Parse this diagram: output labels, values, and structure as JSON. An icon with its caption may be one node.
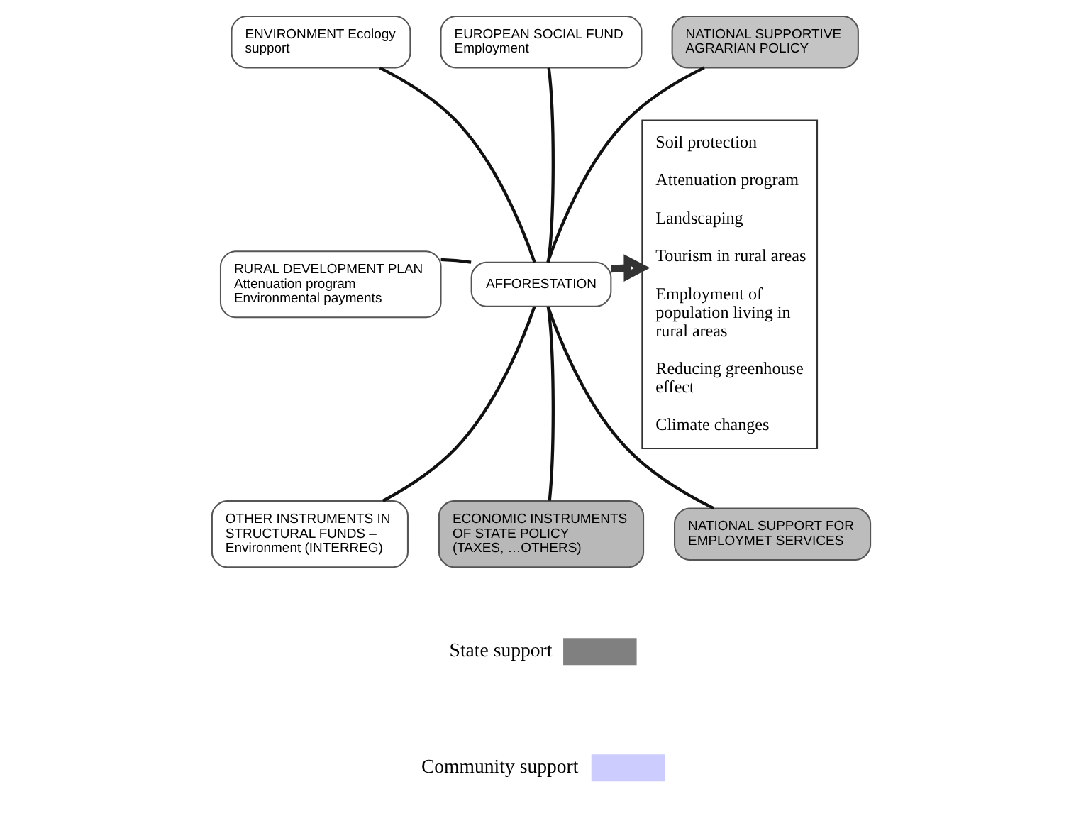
{
  "diagram": {
    "nodes": [
      {
        "text": [
          "ENVIRONMENT Ecology support"
        ]
      },
      {
        "text": [
          "EUROPEAN SOCIAL FUND Employment"
        ]
      },
      {
        "text": [
          "NATIONAL SUPPORTIVE AGRARIAN POLICY"
        ]
      },
      {
        "text": [
          "Soil protection",
          "Attenuation program",
          "Landscaping",
          "Tourism in rural areas",
          "Employment of population living in rural areas",
          "Reducing greenhouse effect",
          "Climate changes"
        ]
      },
      {
        "text": [
          "RURAL DEVELOPMENT PLAN Attenuation program Environmental payments"
        ]
      },
      {
        "text": [
          "AFFORESTATION"
        ]
      },
      {
        "text": [
          "OTHER INSTRUMENTS IN STRUCTURAL FUNDS – Environment (INTERREG)"
        ]
      },
      {
        "text": [
          "ECONOMIC INSTRUMENTS OF STATE POLICY (TAXES, …OTHERS)"
        ]
      },
      {
        "text": [
          "NATIONAL SUPPORT FOR EMPLOYMET SERVICES"
        ]
      }
    ],
    "edges": [
      {
        "from": 0,
        "to": 5,
        "arrow": "none"
      },
      {
        "from": 1,
        "to": 5,
        "arrow": "none"
      },
      {
        "from": 2,
        "to": 5,
        "arrow": "none"
      },
      {
        "from": 4,
        "to": 5,
        "arrow": "none"
      },
      {
        "from": 6,
        "to": 5,
        "arrow": "none"
      },
      {
        "from": 7,
        "to": 5,
        "arrow": "none"
      },
      {
        "from": 8,
        "to": 5,
        "arrow": "none"
      },
      {
        "from": 5,
        "to": 3,
        "arrow": "to",
        "style": "thick"
      }
    ],
    "legend": [
      {
        "text": "State support",
        "color": "#808080"
      },
      {
        "text": "Community support",
        "color": "#ccccff"
      }
    ]
  }
}
